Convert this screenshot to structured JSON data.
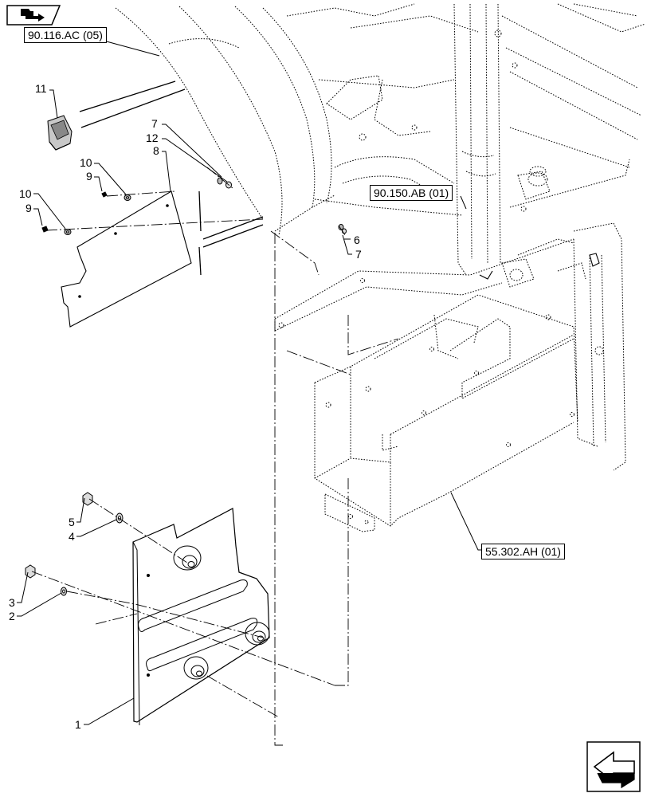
{
  "references": [
    {
      "id": "ref-90-116",
      "label": "90.116.AC (05)"
    },
    {
      "id": "ref-90-150",
      "label": "90.150.AB (01)"
    },
    {
      "id": "ref-55-302",
      "label": "55.302.AH (01)"
    }
  ],
  "callouts": {
    "c1": "1",
    "c2": "2",
    "c3": "3",
    "c4": "4",
    "c5": "5",
    "c6": "6",
    "c7a": "7",
    "c7b": "7",
    "c8": "8",
    "c9a": "9",
    "c9b": "9",
    "c10a": "10",
    "c10b": "10",
    "c11": "11",
    "c12": "12"
  },
  "icons": {
    "top_left": "book-arrow-icon",
    "bottom_right": "next-page-arrow-icon"
  },
  "colors": {
    "line": "#000000",
    "background": "#ffffff",
    "part_fill": "#cccccc"
  }
}
